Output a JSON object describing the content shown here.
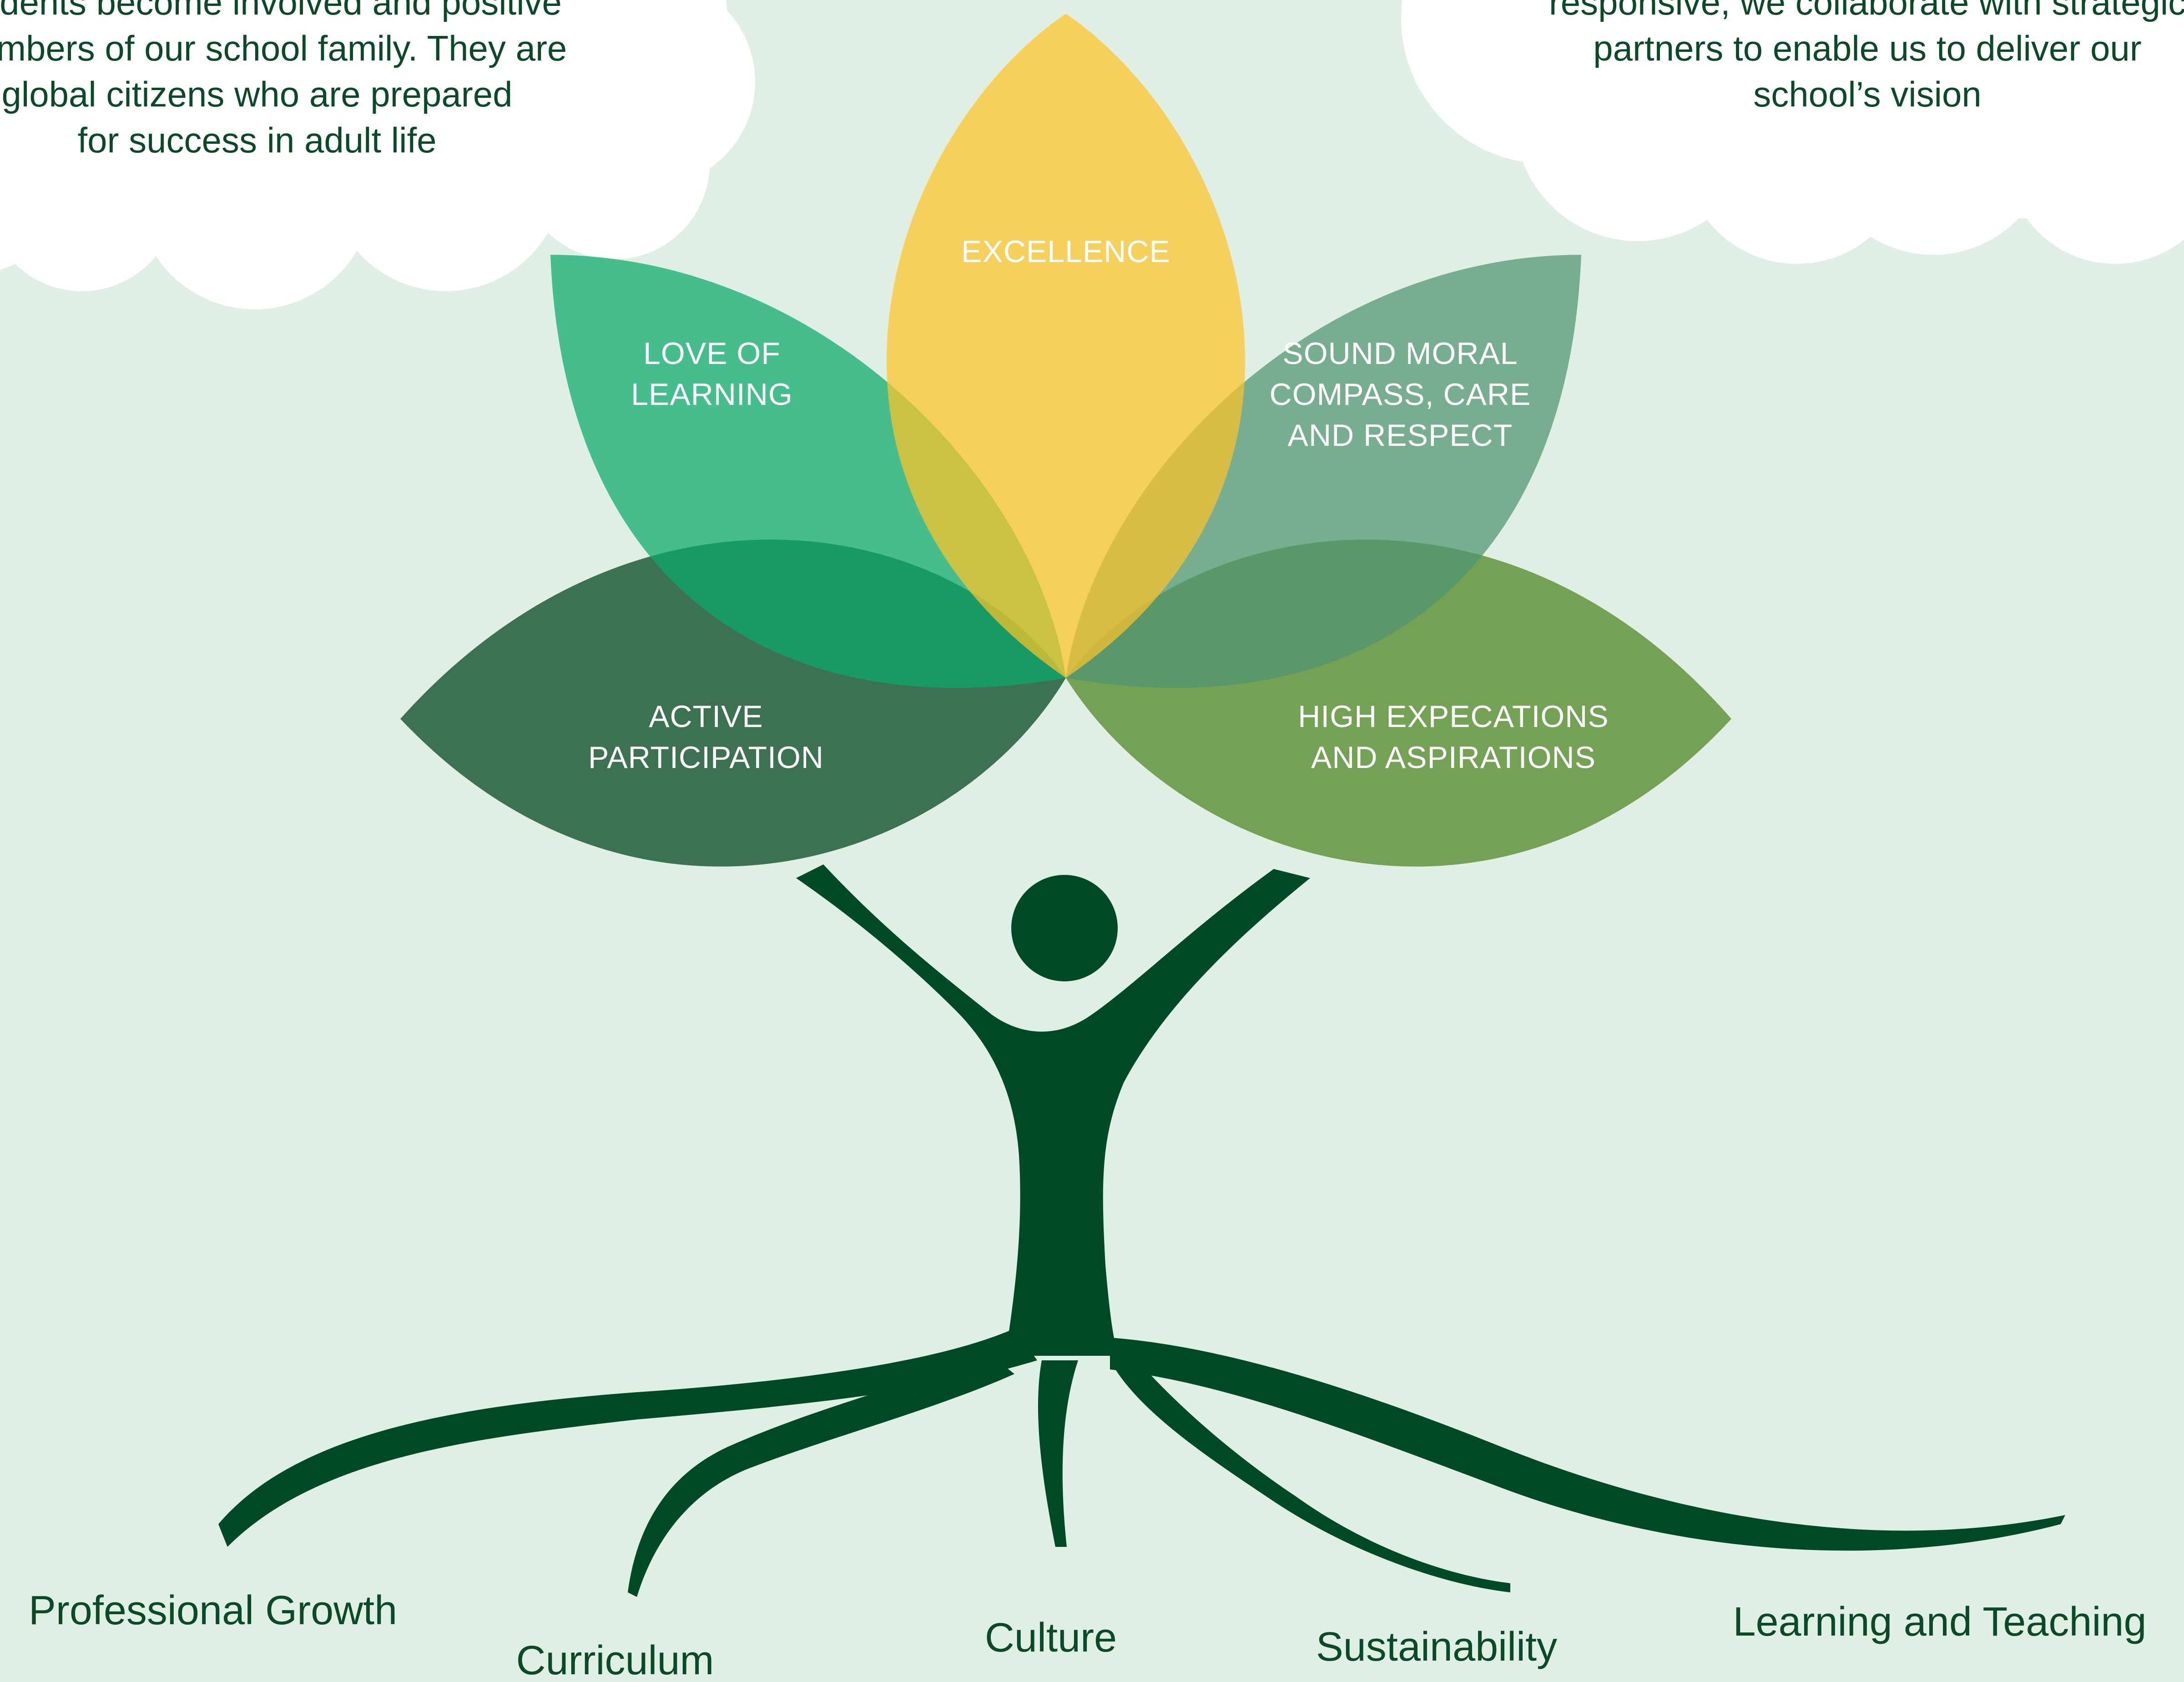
{
  "clouds": {
    "left": {
      "lines": [
        "students become involved and positive",
        "members of our school family. They are",
        "global citizens who are prepared",
        "for success in adult life"
      ]
    },
    "right": {
      "lines": [
        "responsive, we collaborate with strategic",
        "partners to enable us to deliver our",
        "school’s vision"
      ]
    }
  },
  "values": {
    "excellence": {
      "lines": [
        "EXCELLENCE"
      ],
      "color": "#fcc329"
    },
    "love_of_learning": {
      "lines": [
        "LOVE OF",
        "LEARNING"
      ],
      "color": "#0aa96b"
    },
    "sound_moral": {
      "lines": [
        "SOUND MORAL",
        "COMPASS, CARE",
        "AND RESPECT"
      ],
      "color": "#4f9470"
    },
    "active_participation": {
      "lines": [
        "ACTIVE",
        "PARTICIPATION"
      ],
      "color": "#386f4f"
    },
    "high_expectations": {
      "lines": [
        "HIGH EXPECATIONS",
        "AND ASPIRATIONS"
      ],
      "color": "#71a052"
    }
  },
  "roots": {
    "professional_growth": "Professional Growth",
    "curriculum": "Curriculum",
    "culture": "Culture",
    "sustainability": "Sustainability",
    "learning_and_teaching": "Learning and Teaching"
  },
  "colors": {
    "background": "#e0efe3",
    "tree": "#004b27",
    "cloud": "#ffffff",
    "text_dark": "#0b4a28"
  }
}
